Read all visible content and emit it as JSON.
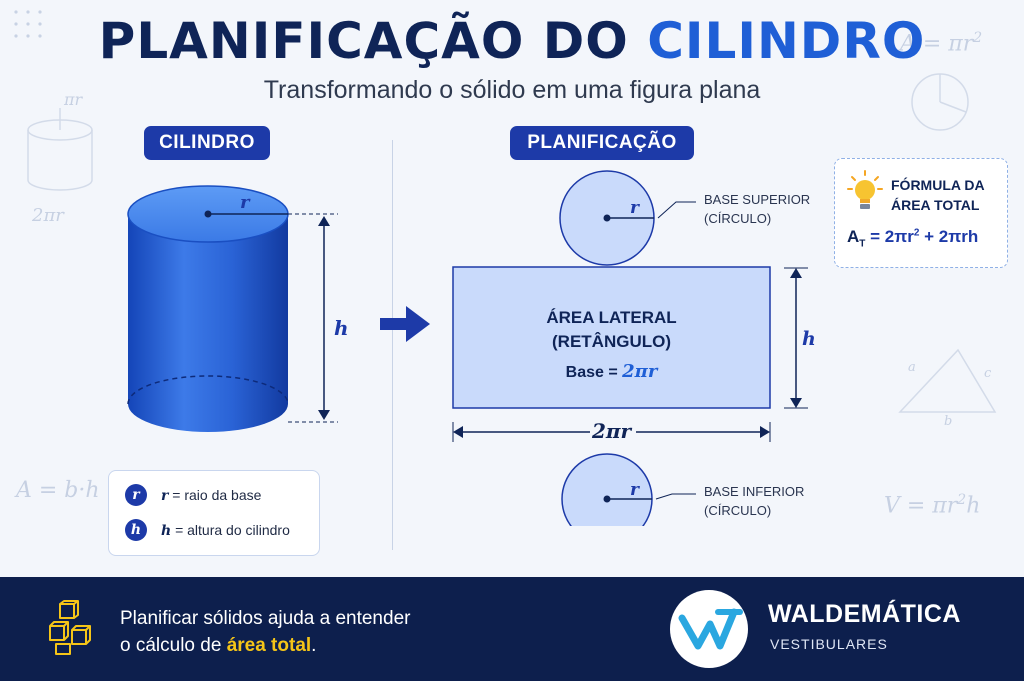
{
  "title": {
    "part1": "PLANIFICAÇÃO DO ",
    "part2": "CILINDRO"
  },
  "subtitle": "Transformando o sólido em uma figura plana",
  "left_panel": {
    "header": "CILINDRO",
    "radius_label": "r",
    "height_label": "h",
    "legend": [
      {
        "symbol": "r",
        "text": "= raio da base"
      },
      {
        "symbol": "h",
        "text": "= altura do cilindro"
      }
    ]
  },
  "right_panel": {
    "header": "PLANIFICAÇÃO",
    "top_base": {
      "radius": "r",
      "label_line1": "BASE SUPERIOR",
      "label_line2": "(CÍRCULO)"
    },
    "rectangle": {
      "line1": "ÁREA LATERAL",
      "line2": "(RETÂNGULO)",
      "base_text": "Base =",
      "base_value": "2πr"
    },
    "height_label": "h",
    "width_label": "2πr",
    "bottom_base": {
      "radius": "r",
      "label_line1": "BASE INFERIOR",
      "label_line2": "(CÍRCULO)"
    }
  },
  "formula": {
    "title_line1": "FÓRMULA DA",
    "title_line2": "ÁREA TOTAL",
    "lhs": "A",
    "lhs_sub": "T",
    "eq": "= 2πr",
    "sq": "2",
    "rest": " + 2πrh"
  },
  "background_sketches": {
    "area_circle": "A = πr",
    "area_rect": "A = b·h",
    "volume": "V = πr",
    "perimeter": "2πr",
    "radius_mark": "πr",
    "tri_a": "a",
    "tri_b": "b",
    "tri_c": "c"
  },
  "footer": {
    "line1": "Planificar sólidos ajuda a entender",
    "line2_pre": "o cálculo de ",
    "line2_hl": "área total",
    "line2_post": ".",
    "brand_name": "WALDEMÁTICA",
    "brand_sub": "VESTIBULARES"
  },
  "colors": {
    "primary": "#1d3aa8",
    "accent": "#1f5fd6",
    "navy": "#0d1f4d",
    "highlight": "#f5c518",
    "light_fill": "#c9dafb"
  }
}
